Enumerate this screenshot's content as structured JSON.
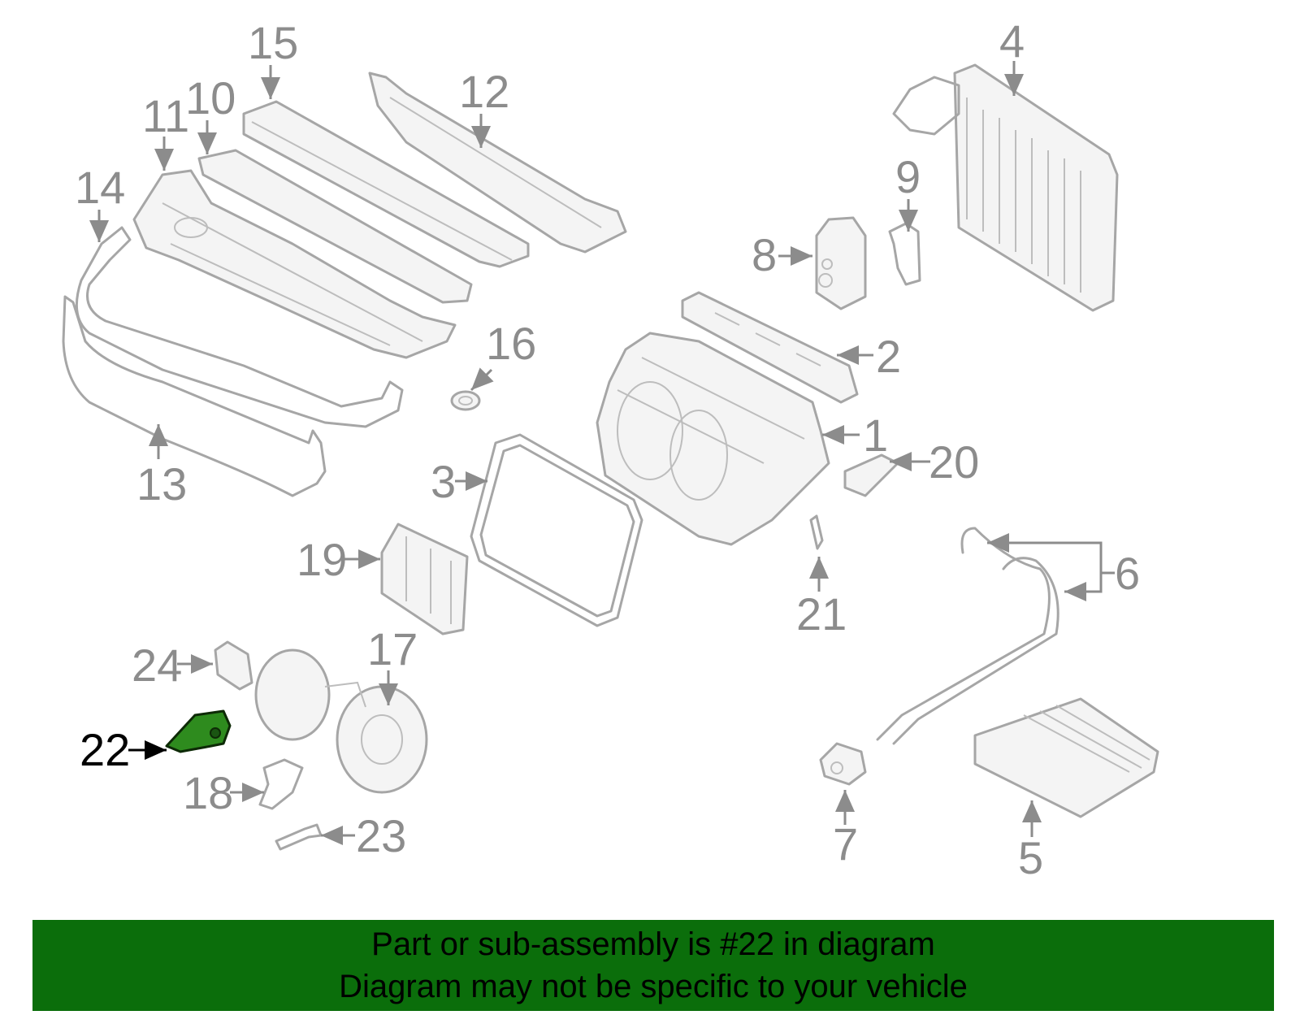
{
  "callouts": {
    "c1": "1",
    "c2": "2",
    "c3": "3",
    "c4": "4",
    "c5": "5",
    "c6": "6",
    "c7": "7",
    "c8": "8",
    "c9": "9",
    "c10": "10",
    "c11": "11",
    "c12": "12",
    "c13": "13",
    "c14": "14",
    "c15": "15",
    "c16": "16",
    "c17": "17",
    "c18": "18",
    "c19": "19",
    "c20": "20",
    "c21": "21",
    "c22": "22",
    "c23": "23",
    "c24": "24"
  },
  "highlight": {
    "part_number": "22",
    "color": "#2e8b1e"
  },
  "banner": {
    "line1": "Part or sub-assembly is #22 in diagram",
    "line2": "Diagram may not be specific to your vehicle",
    "background": "#0b6e0b"
  }
}
